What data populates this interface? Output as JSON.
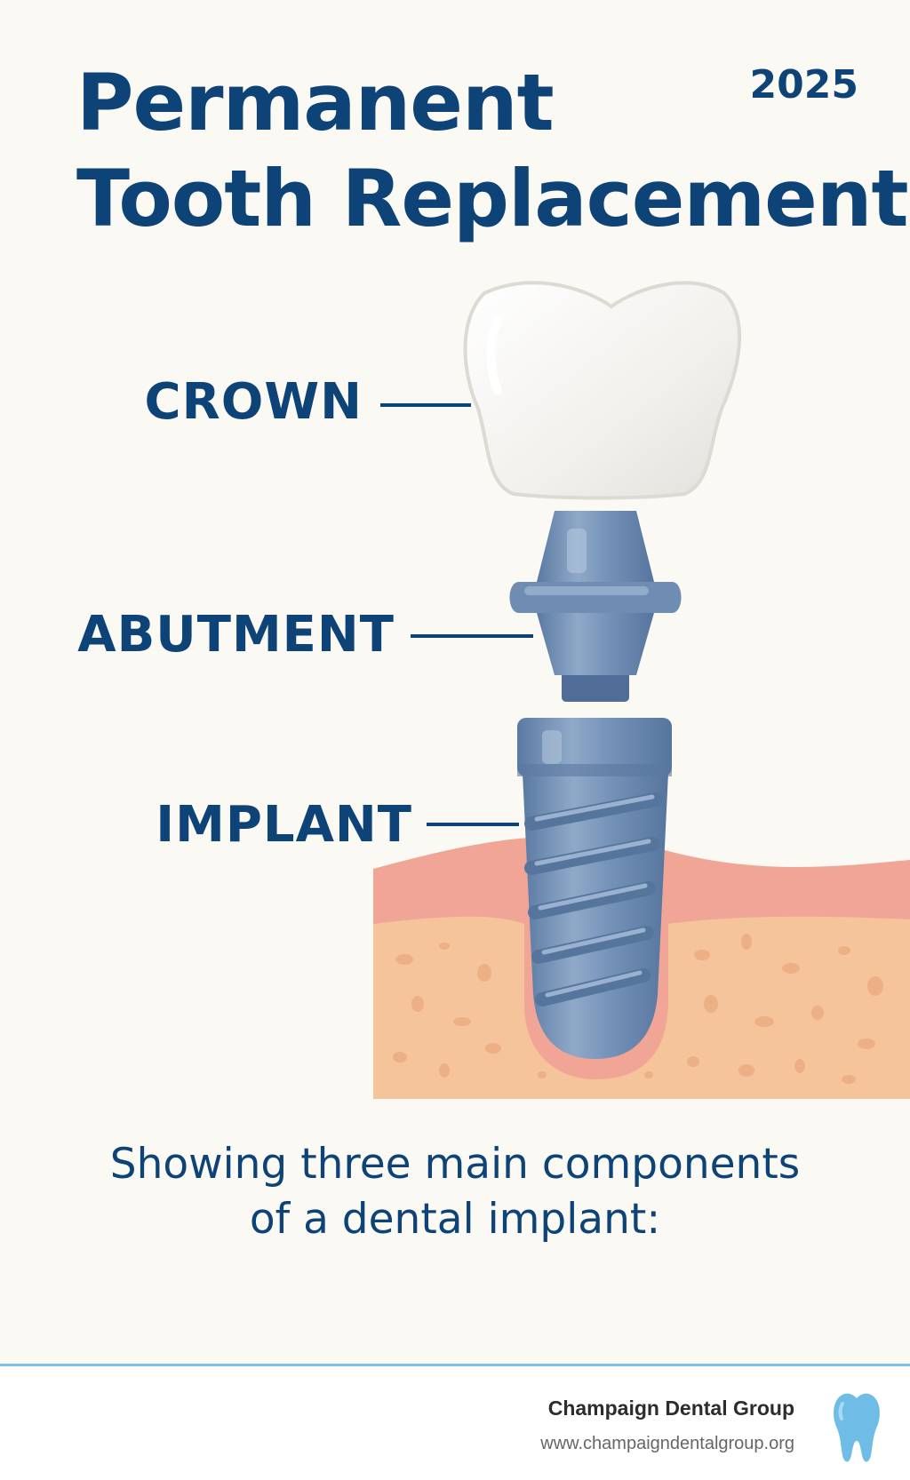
{
  "header": {
    "title_line1": "Permanent",
    "title_line2": "Tooth Replacement",
    "year": "2025"
  },
  "diagram": {
    "labels": {
      "crown": "CROWN",
      "abutment": "ABUTMENT",
      "implant": "IMPLANT"
    }
  },
  "caption": {
    "line1": "Showing three main components",
    "line2": "of a dental implant:"
  },
  "footer": {
    "brand_name": "Champaign Dental Group",
    "brand_url": "www.champaigndentalgroup.org",
    "icon": "tooth-icon"
  },
  "colors": {
    "background": "#fbf9f3",
    "text_primary": "#0e4377",
    "gum": "#f0a596",
    "bone": "#f6c49a",
    "metal": "#6f8db3",
    "crown": "#f3f1ed",
    "footer_rule": "#7fc0e6",
    "tooth_icon": "#6fbde6"
  }
}
